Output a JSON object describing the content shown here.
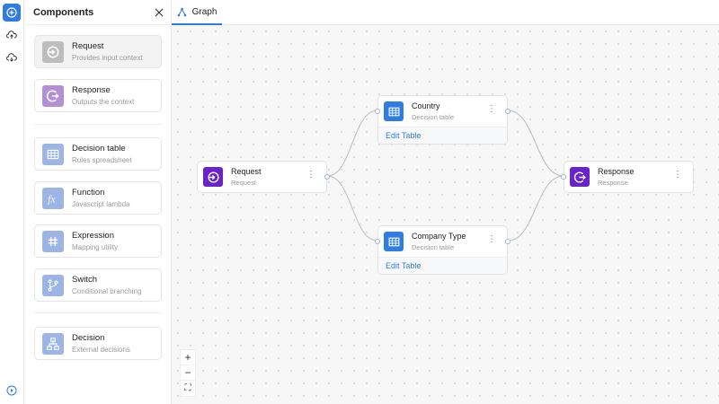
{
  "rail": {
    "items": [
      {
        "icon": "plus-circle-icon"
      },
      {
        "icon": "cloud-upload-icon"
      },
      {
        "icon": "cloud-download-icon"
      }
    ],
    "bottom_icon": "play-circle-icon"
  },
  "panel": {
    "title": "Components",
    "close_icon": "close-icon",
    "groups": [
      [
        {
          "title": "Request",
          "subtitle": "Provides input context",
          "icon": "login-icon",
          "color": "#bdbdbd",
          "active": true
        },
        {
          "title": "Response",
          "subtitle": "Outputs the context",
          "icon": "logout-icon",
          "color": "#b38fd6"
        }
      ],
      [
        {
          "title": "Decision table",
          "subtitle": "Rules spreadsheet",
          "icon": "table-icon",
          "color": "#9db5e6"
        },
        {
          "title": "Function",
          "subtitle": "Javascript lambda",
          "icon": "function-icon",
          "color": "#9db5e6"
        },
        {
          "title": "Expression",
          "subtitle": "Mapping utility",
          "icon": "hash-icon",
          "color": "#9db5e6"
        },
        {
          "title": "Switch",
          "subtitle": "Conditional branching",
          "icon": "branch-icon",
          "color": "#9db5e6"
        }
      ],
      [
        {
          "title": "Decision",
          "subtitle": "External decisions",
          "icon": "hierarchy-icon",
          "color": "#9db5e6"
        }
      ]
    ]
  },
  "tabs": [
    {
      "label": "Graph",
      "icon": "graph-icon",
      "active": true
    }
  ],
  "graph": {
    "nodes": [
      {
        "id": "request",
        "title": "Request",
        "subtitle": "Request",
        "icon": "login-icon",
        "color": "#6a22c9"
      },
      {
        "id": "country",
        "title": "Country",
        "subtitle": "Decision table",
        "icon": "table-icon",
        "color": "#2f7de1",
        "action": "Edit Table"
      },
      {
        "id": "company",
        "title": "Company Type",
        "subtitle": "Decision table",
        "icon": "table-icon",
        "color": "#2f7de1",
        "action": "Edit Table"
      },
      {
        "id": "response",
        "title": "Response",
        "subtitle": "Response",
        "icon": "logout-icon",
        "color": "#6a22c9"
      }
    ],
    "edges": [
      [
        "request",
        "country"
      ],
      [
        "request",
        "company"
      ],
      [
        "country",
        "response"
      ],
      [
        "company",
        "response"
      ]
    ]
  },
  "zoom_controls": [
    {
      "label": "+",
      "name": "zoom-in-button"
    },
    {
      "label": "−",
      "name": "zoom-out-button"
    },
    {
      "label": "⛶",
      "name": "fit-view-button"
    }
  ]
}
